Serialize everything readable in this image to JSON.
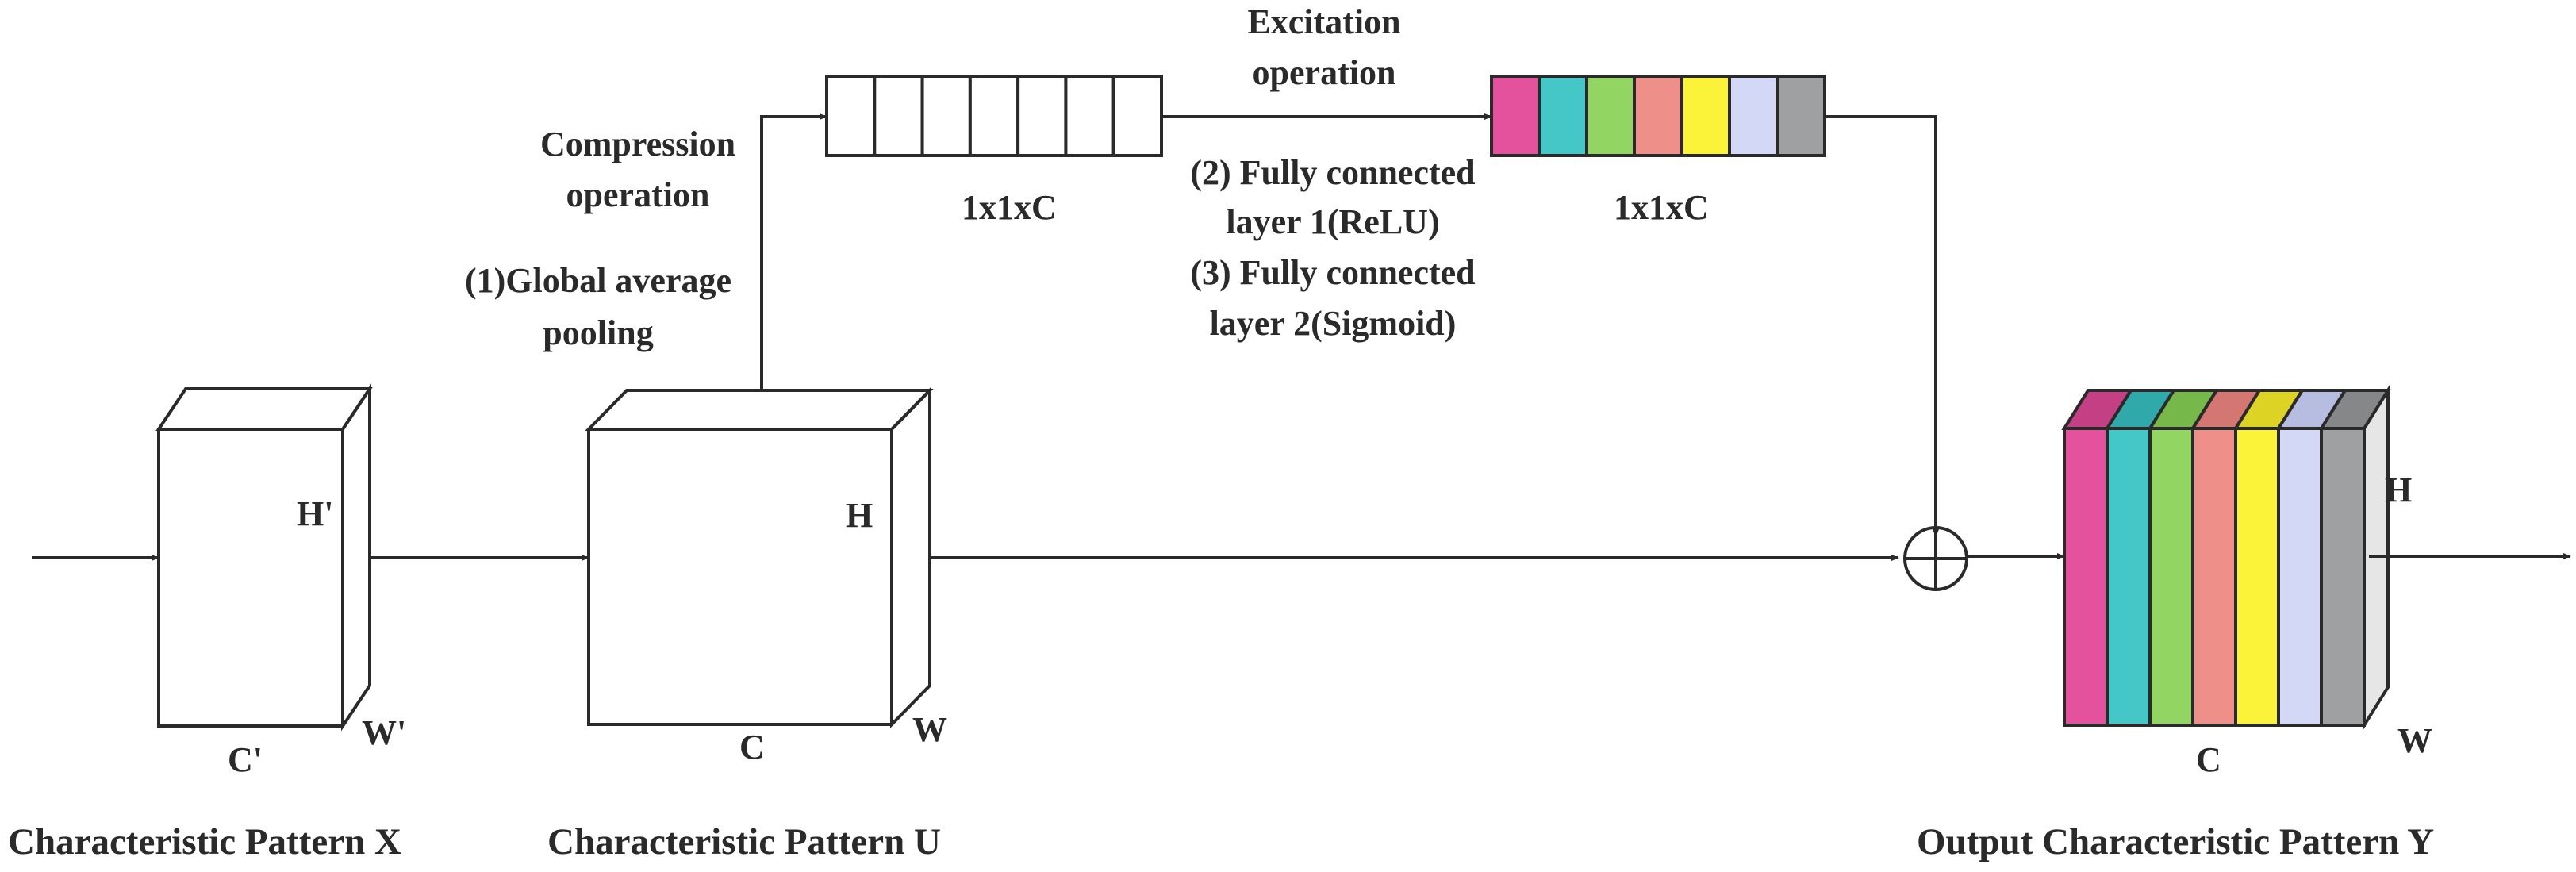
{
  "labels": {
    "excitation_line1": "Excitation",
    "excitation_line2": "operation",
    "compression_line1": "Compression",
    "compression_line2": "operation",
    "gap_line1": "(1)Global average",
    "gap_line2": "pooling",
    "fc1_line1": "(2) Fully connected",
    "fc1_line2": "layer 1(ReLU)",
    "fc2_line1": "(3) Fully connected",
    "fc2_line2": "layer 2(Sigmoid)"
  },
  "vectors": {
    "plain": {
      "label": "1x1xC",
      "cells": 7
    },
    "colored": {
      "label": "1x1xC"
    }
  },
  "blocks": {
    "x": {
      "caption": "Characteristic Pattern X",
      "h": "H'",
      "w": "W'",
      "c": "C'"
    },
    "u": {
      "caption": "Characteristic Pattern U",
      "h": "H",
      "w": "W",
      "c": "C"
    },
    "y": {
      "caption": "Output Characteristic Pattern Y",
      "h": "H",
      "w": "W",
      "c": "C"
    }
  },
  "channel_colors": [
    "#e4529d",
    "#46c7c7",
    "#92d562",
    "#ee8f8a",
    "#fbf23a",
    "#d3d8f6",
    "#9ea0a2"
  ],
  "channel_top_colors": [
    "#c43f83",
    "#2fa9a9",
    "#76b84a",
    "#d47672",
    "#dcd324",
    "#b7bde0",
    "#858789"
  ],
  "colors": {
    "stroke": "#2a2a2a",
    "side_face": "#e6e6e6"
  }
}
